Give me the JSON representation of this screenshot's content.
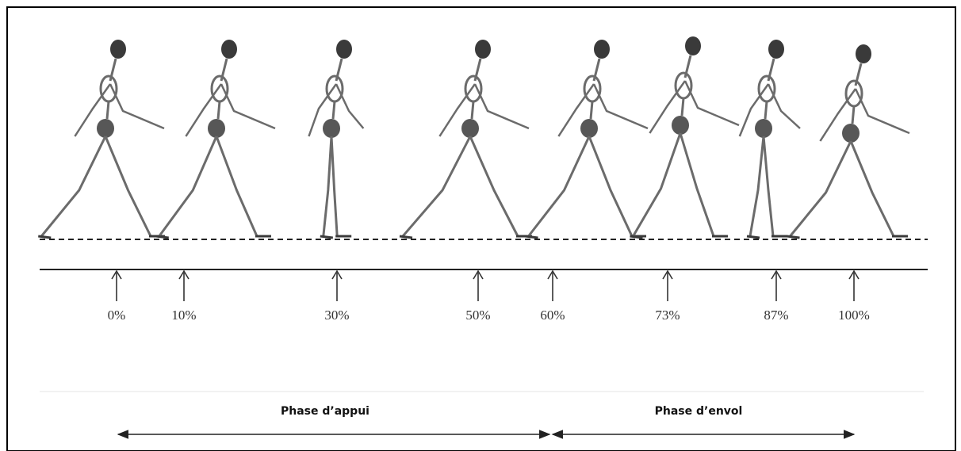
{
  "percent_labels": [
    "0%",
    "10%",
    "30%",
    "50%",
    "60%",
    "73%",
    "87%",
    "100%"
  ],
  "phases": {
    "stance": "Phase d’appui",
    "swing": "Phase d’envol"
  },
  "figure_icon": "walking-skeleton-icon",
  "colors": {
    "skeleton": "#6b6b6b",
    "skeleton_dark": "#3a3a3a",
    "line": "#222222",
    "frame": "#000000"
  }
}
